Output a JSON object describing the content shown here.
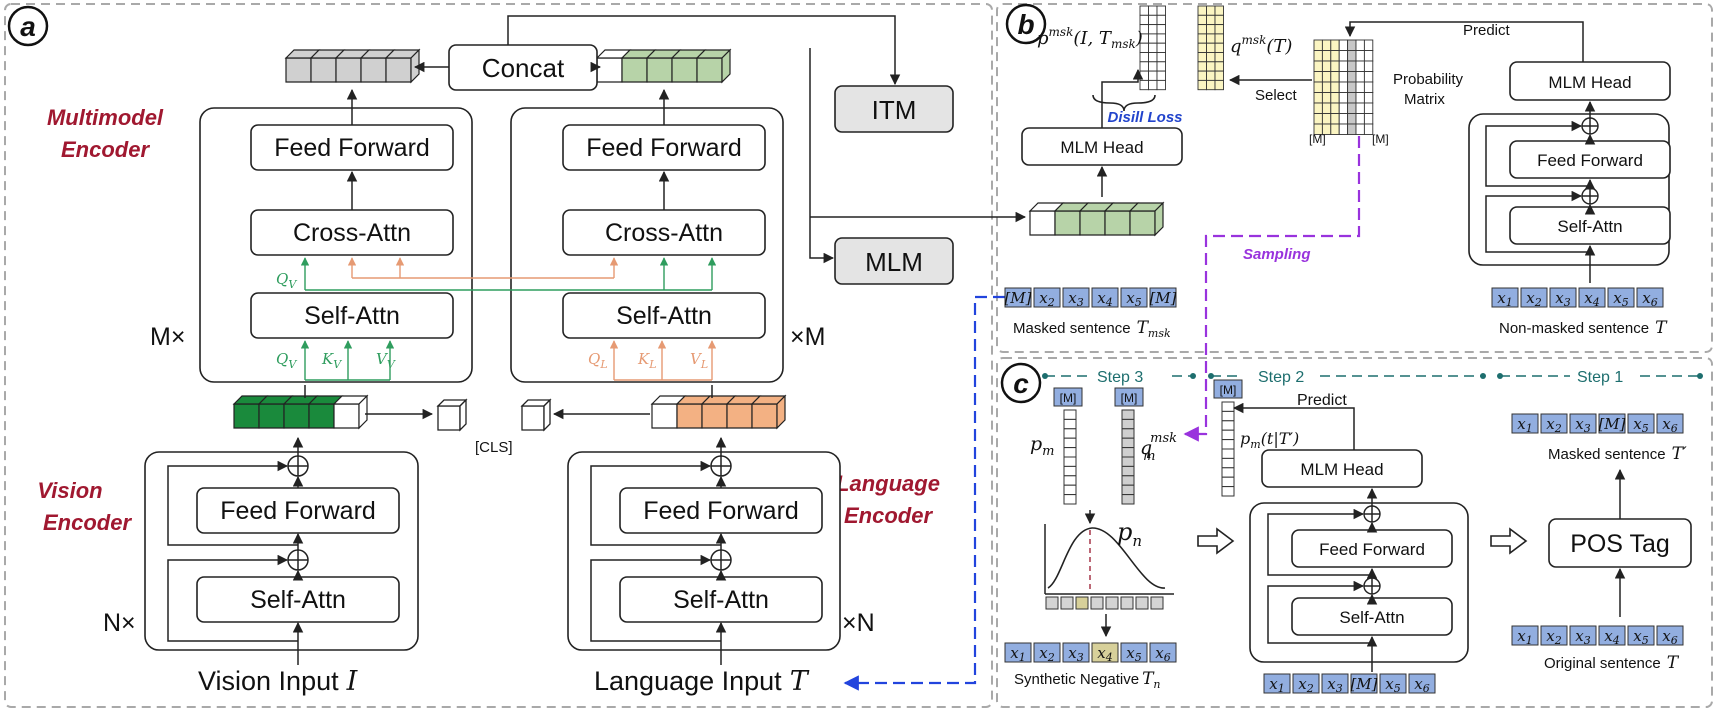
{
  "panels": {
    "a": "a",
    "b": "b",
    "c": "c"
  },
  "panel_a": {
    "multimodal_encoder": [
      "Multimodel",
      "Encoder"
    ],
    "vision_encoder": [
      "Vision",
      "Encoder"
    ],
    "language_encoder": [
      "Language",
      "Encoder"
    ],
    "feed_forward": "Feed Forward",
    "cross_attn": "Cross-Attn",
    "self_attn": "Self-Attn",
    "concat": "Concat",
    "itm": "ITM",
    "mlm": "MLM",
    "m_times_left": "M×",
    "m_times_right": "×M",
    "n_times_left": "N×",
    "n_times_right": "×N",
    "cls": "[CLS]",
    "vision_input": "Vision Input",
    "vision_input_sym": "I",
    "language_input": "Language Input",
    "language_input_sym": "T",
    "qv": "Q",
    "qv_sub": "V",
    "kv": "K",
    "kv_sub": "V",
    "vv": "V",
    "vv_sub": "V",
    "ql": "Q",
    "ql_sub": "L",
    "kl": "K",
    "kl_sub": "L",
    "vl": "V",
    "vl_sub": "L"
  },
  "panel_b": {
    "p_msk": "p",
    "p_msk_sup": "msk",
    "p_msk_args": "(I, T",
    "p_msk_sub": "msk",
    "q_msk": "q",
    "q_msk_sup": "msk",
    "q_msk_args": "(T)",
    "disill_loss": "Disill Loss",
    "select": "Select",
    "predict": "Predict",
    "probability_matrix": [
      "Probability",
      "Matrix"
    ],
    "m_bottom_left": "[M]",
    "m_bottom_right": "[M]",
    "mlm_head": "MLM Head",
    "feed_forward": "Feed Forward",
    "self_attn": "Self-Attn",
    "sampling": "Sampling",
    "masked_sentence": "Masked sentence",
    "masked_sentence_sym": "T",
    "masked_sentence_sub": "msk",
    "non_masked_sentence": "Non-masked sentence",
    "non_masked_sentence_sym": "T",
    "masked_tokens": [
      "[M]",
      "x2",
      "x3",
      "x4",
      "x5",
      "[M]"
    ],
    "full_tokens": [
      "x1",
      "x2",
      "x3",
      "x4",
      "x5",
      "x6"
    ]
  },
  "panel_c": {
    "step3": "Step 3",
    "step2": "Step 2",
    "step1": "Step 1",
    "m_token": "[M]",
    "pm": "p",
    "pm_sub": "m",
    "qm": "q",
    "qm_sub": "m",
    "qm_sup": "msk",
    "pm_cond": "p",
    "pm_cond_sub": "m",
    "pm_cond_args": "(t|T′)",
    "predict": "Predict",
    "mlm_head": "MLM Head",
    "feed_forward": "Feed Forward",
    "self_attn": "Self-Attn",
    "pos_tag": "POS Tag",
    "pn": "p",
    "pn_sub": "n",
    "masked_sentence": "Masked sentence",
    "masked_sentence_sym": "T′",
    "original_sentence": "Original sentence",
    "original_sentence_sym": "T",
    "synthetic_negative": "Synthetic Negative",
    "synthetic_negative_sym": "T",
    "synthetic_negative_sub": "n",
    "masked_tokens": [
      "x1",
      "x2",
      "x3",
      "[M]",
      "x5",
      "x6"
    ],
    "original_tokens": [
      "x1",
      "x2",
      "x3",
      "x4",
      "x5",
      "x6"
    ],
    "encoder_tokens": [
      "x1",
      "x2",
      "x3",
      "[M]",
      "x5",
      "x6"
    ],
    "synthetic_tokens": [
      "x1",
      "x2",
      "x3",
      "x4",
      "x5",
      "x6"
    ]
  },
  "colors": {
    "token_blue": "#92aee0",
    "vision_green": "#1a8a3c",
    "light_green": "#b7d3a8",
    "orange": "#f3b183",
    "gray_cube": "#d0d0d0",
    "yellow": "#fbf5c2",
    "red_label": "#a01830",
    "blue_dash": "#2244dd",
    "purple_dash": "#9933dd",
    "teal_step": "#1d6e6e",
    "green_arrow": "#2f9d5e",
    "orange_arrow": "#e69a73"
  }
}
